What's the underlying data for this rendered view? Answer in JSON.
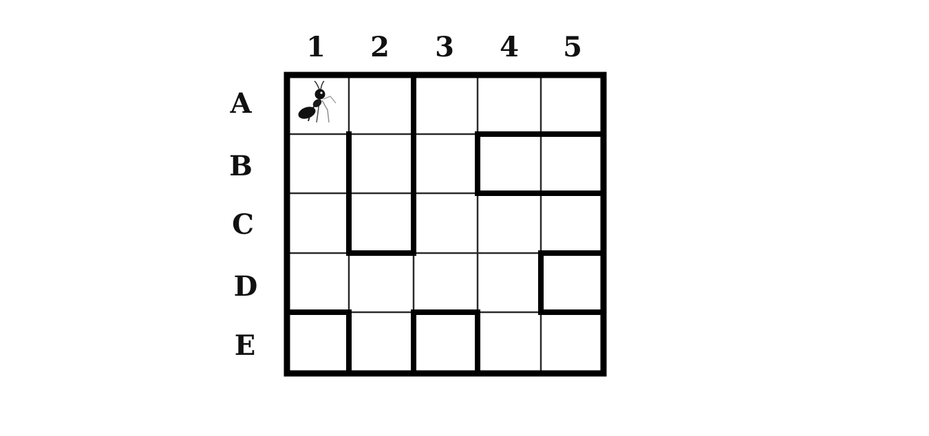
{
  "grid": {
    "columns": [
      "1",
      "2",
      "3",
      "4",
      "5"
    ],
    "rows": [
      "A",
      "B",
      "C",
      "D",
      "E"
    ]
  },
  "ant": {
    "icon": "ant-icon",
    "cell": "A1"
  },
  "walls": [
    "A2|A3",
    "B2|B3",
    "C2|C3",
    "B1|B2",
    "C1|C2",
    "C2|D2",
    "A4|B4",
    "A5|B5",
    "B3|B4",
    "B4|C4",
    "B5|C5",
    "C5|D5",
    "D4|D5",
    "D5|E5",
    "D1|E1",
    "E1|E2",
    "D3|E3",
    "E2|E3",
    "E3|E4"
  ],
  "colors": {
    "background": "#ffffff",
    "ink": "#000000",
    "thin_line": "#2a2a2a"
  }
}
